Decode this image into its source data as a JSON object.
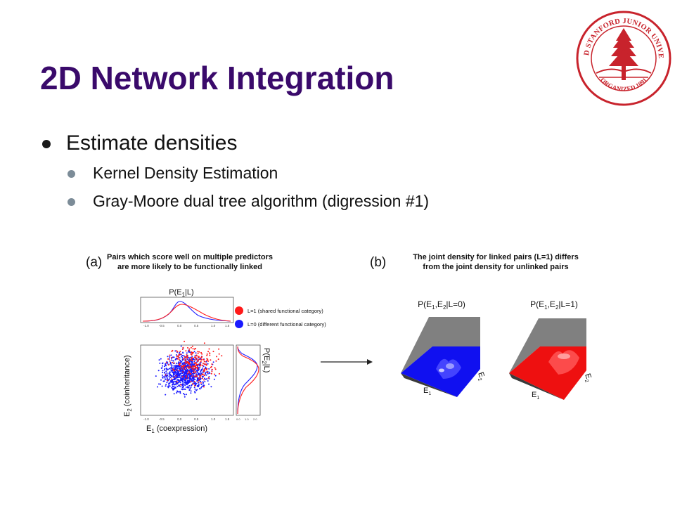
{
  "slide": {
    "title": "2D Network Integration",
    "bullets": [
      {
        "text": "Estimate densities",
        "sub": [
          "Kernel Density Estimation",
          "Gray-Moore dual tree algorithm (digression #1)"
        ]
      }
    ]
  },
  "seal": {
    "text_top": "LELAND STANFORD JUNIOR UNIVERSITY",
    "text_bottom": "ORGANIZED 1891",
    "color": "#c8232c"
  },
  "figure": {
    "panel_a": {
      "label": "(a)",
      "caption_line1": "Pairs which score well on multiple predictors",
      "caption_line2": "are more likely to be functionally linked",
      "top_plot_title": "P(E",
      "top_plot_sub": "1",
      "top_plot_suffix": "|L)",
      "right_plot_title": "P(E",
      "right_plot_sub": "2",
      "right_plot_suffix": "|L)",
      "xlabel": "E",
      "xlabel_sub": "1",
      "xlabel_suffix": " (coexpression)",
      "ylabel": "E",
      "ylabel_sub": "2",
      "ylabel_suffix": " (coinheritance)",
      "legend": [
        {
          "label": "L=1 (shared functional category)",
          "color": "#ff1a1a"
        },
        {
          "label": "L=0 (different functional category)",
          "color": "#1a1aff"
        }
      ]
    },
    "panel_b": {
      "label": "(b)",
      "caption_line1": "The joint density for linked pairs (L=1) differs",
      "caption_line2": "from the joint density for unlinked pairs",
      "surface_left_title": "P(E",
      "surface_left_s1": "1",
      "surface_left_mid": ",E",
      "surface_left_s2": "2",
      "surface_left_suffix": "|L=0)",
      "surface_right_title": "P(E",
      "surface_right_s1": "1",
      "surface_right_mid": ",E",
      "surface_right_s2": "2",
      "surface_right_suffix": "|L=1)",
      "axis_e1": "E",
      "axis_e1_sub": "1",
      "axis_e2": "E",
      "axis_e2_sub": "2",
      "left_color": "#1010f0",
      "right_color": "#ee1010"
    }
  }
}
